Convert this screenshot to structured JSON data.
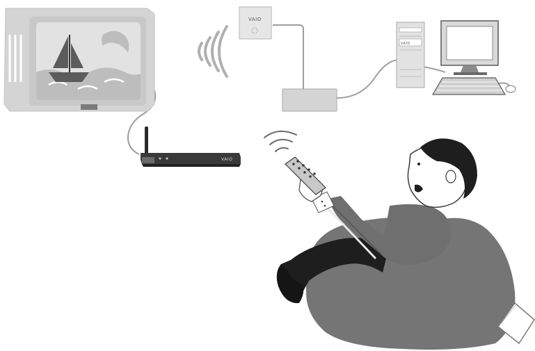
{
  "diagram": {
    "brand_marks": {
      "access_point": "VAIO",
      "receiver": "VAIO",
      "pc_tower": "VAIO"
    },
    "colors": {
      "background": "#ffffff",
      "device_light": "#d9d9d9",
      "device_mid": "#bdbdbd",
      "device_dark": "#7a7a7a",
      "line": "#9e9e9e",
      "outline": "#4a4a4a",
      "figure_body": "#6f6f6f",
      "figure_dark": "#1e1e1e",
      "beanbag": "#757575"
    },
    "icons": [
      "tv-icon",
      "sailboat-icon",
      "moon-icon",
      "wifi-waves-icon",
      "access-point-icon",
      "hub-icon",
      "pc-tower-icon",
      "monitor-icon",
      "keyboard-icon",
      "mouse-icon",
      "receiver-device-icon",
      "remote-control-icon",
      "person-icon",
      "beanbag-icon",
      "book-icon"
    ]
  }
}
